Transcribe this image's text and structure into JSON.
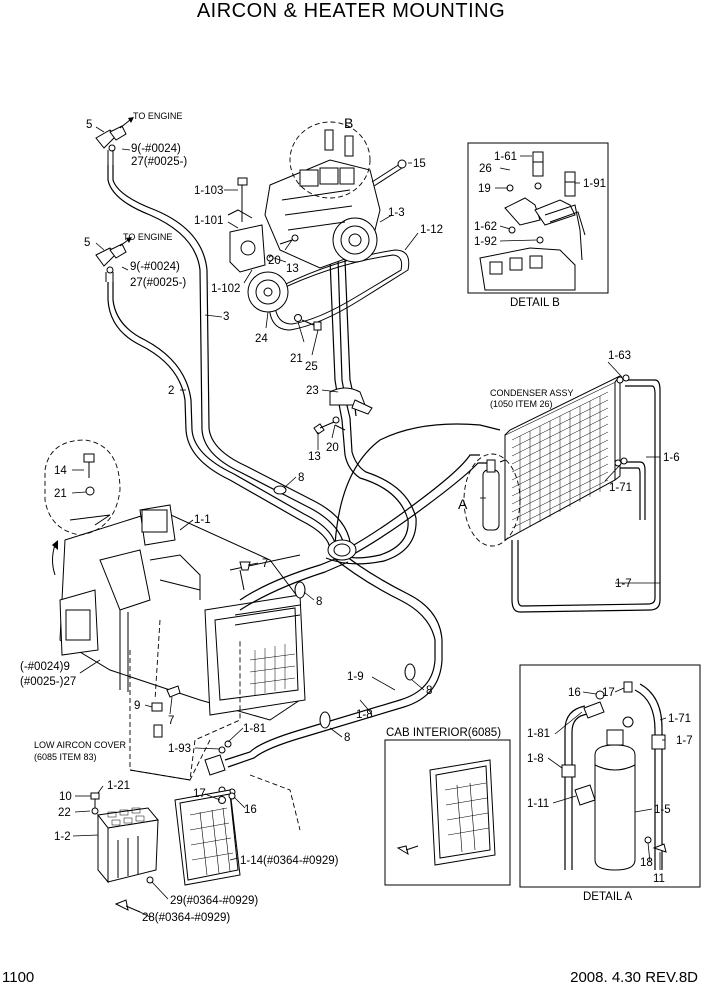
{
  "title": "AIRCON & HEATER MOUNTING",
  "footer": {
    "page": "1100",
    "revision": "2008. 4.30  REV.8D"
  },
  "annotations": {
    "to_engine_1": "TO ENGINE",
    "to_engine_2": "TO ENGINE",
    "condenser_1": "CONDENSER ASSY",
    "condenser_2": "(1050 ITEM 26)",
    "low_cover_1": "LOW AIRCON COVER",
    "low_cover_2": "(6085 ITEM 83)",
    "cab_interior": "CAB INTERIOR(6085)",
    "detail_b": "DETAIL B",
    "detail_a": "DETAIL A",
    "marker_a": "A",
    "marker_b": "B"
  },
  "labels": {
    "p5a": "5",
    "p9a": "9(-#0024)",
    "p27a": "27(#0025-)",
    "p5b": "5",
    "p9b": "9(-#0024)",
    "p27b": "27(#0025-)",
    "p1103": "1-103",
    "p1101": "1-101",
    "p1102": "1-102",
    "p20a": "20",
    "p13a": "13",
    "p24": "24",
    "p21a": "21",
    "p25": "25",
    "p15": "15",
    "p13b": "1-3",
    "p112": "1-12",
    "p3": "3",
    "p2": "2",
    "p23": "23",
    "p13c": "13",
    "p20b": "20",
    "p8a": "8",
    "p14": "14",
    "p21b": "21",
    "p11": "1-1",
    "p7a": "7",
    "p8b": "8",
    "p0024": "(-#0024)9",
    "p0025": "(#0025-)27",
    "p19": "1-9",
    "p18": "1-8",
    "p8c": "8",
    "p8d": "8",
    "p9c": "9",
    "p7b": "7",
    "p181": "1-81",
    "p193": "1-93",
    "p121": "1-21",
    "p10": "10",
    "p22": "22",
    "p12": "1-2",
    "p17": "17",
    "p16": "16",
    "p114": "1-14(#0364-#0929)",
    "p29": "29(#0364-#0929)",
    "p28": "28(#0364-#0929)",
    "p163": "1-63",
    "p16b": "1-6",
    "p171": "1-71",
    "p17b": "1-7",
    "b161": "1-61",
    "b26": "26",
    "b19": "19",
    "b191": "1-91",
    "b162": "1-62",
    "b192": "1-92",
    "a16": "16",
    "a17": "17",
    "a181": "1-81",
    "a171": "1-71",
    "a17b": "1-7",
    "a18": "1-8",
    "a111": "1-11",
    "a15": "1-5",
    "a18b": "18",
    "a11": "11"
  }
}
